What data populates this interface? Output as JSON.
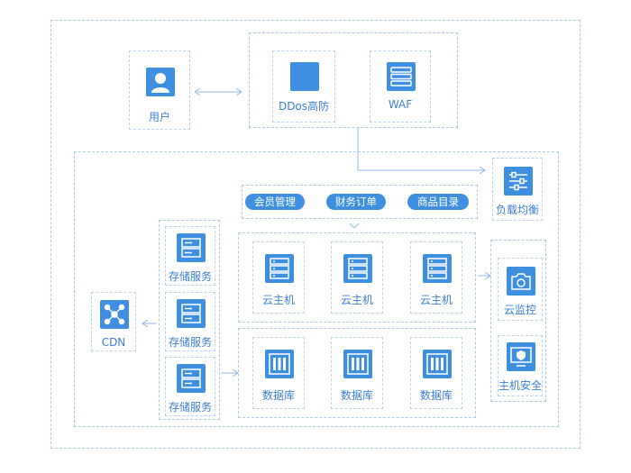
{
  "nodes": {
    "user": "用户",
    "ddos": "DDos高防",
    "waf": "WAF",
    "lb": "负载均衡",
    "cdn": "CDN",
    "storage": [
      "存储服务",
      "存储服务",
      "存储服务"
    ],
    "cloud_hosts": [
      "云主机",
      "云主机",
      "云主机"
    ],
    "databases": [
      "数据库",
      "数据库",
      "数据库"
    ],
    "monitor": "云监控",
    "host_security": "主机安全"
  },
  "modules": [
    "会员管理",
    "财务订单",
    "商品目录"
  ],
  "colors": {
    "accent": "#3f8fe0",
    "label": "#3a7fd3",
    "frame": "#aac8ea"
  }
}
